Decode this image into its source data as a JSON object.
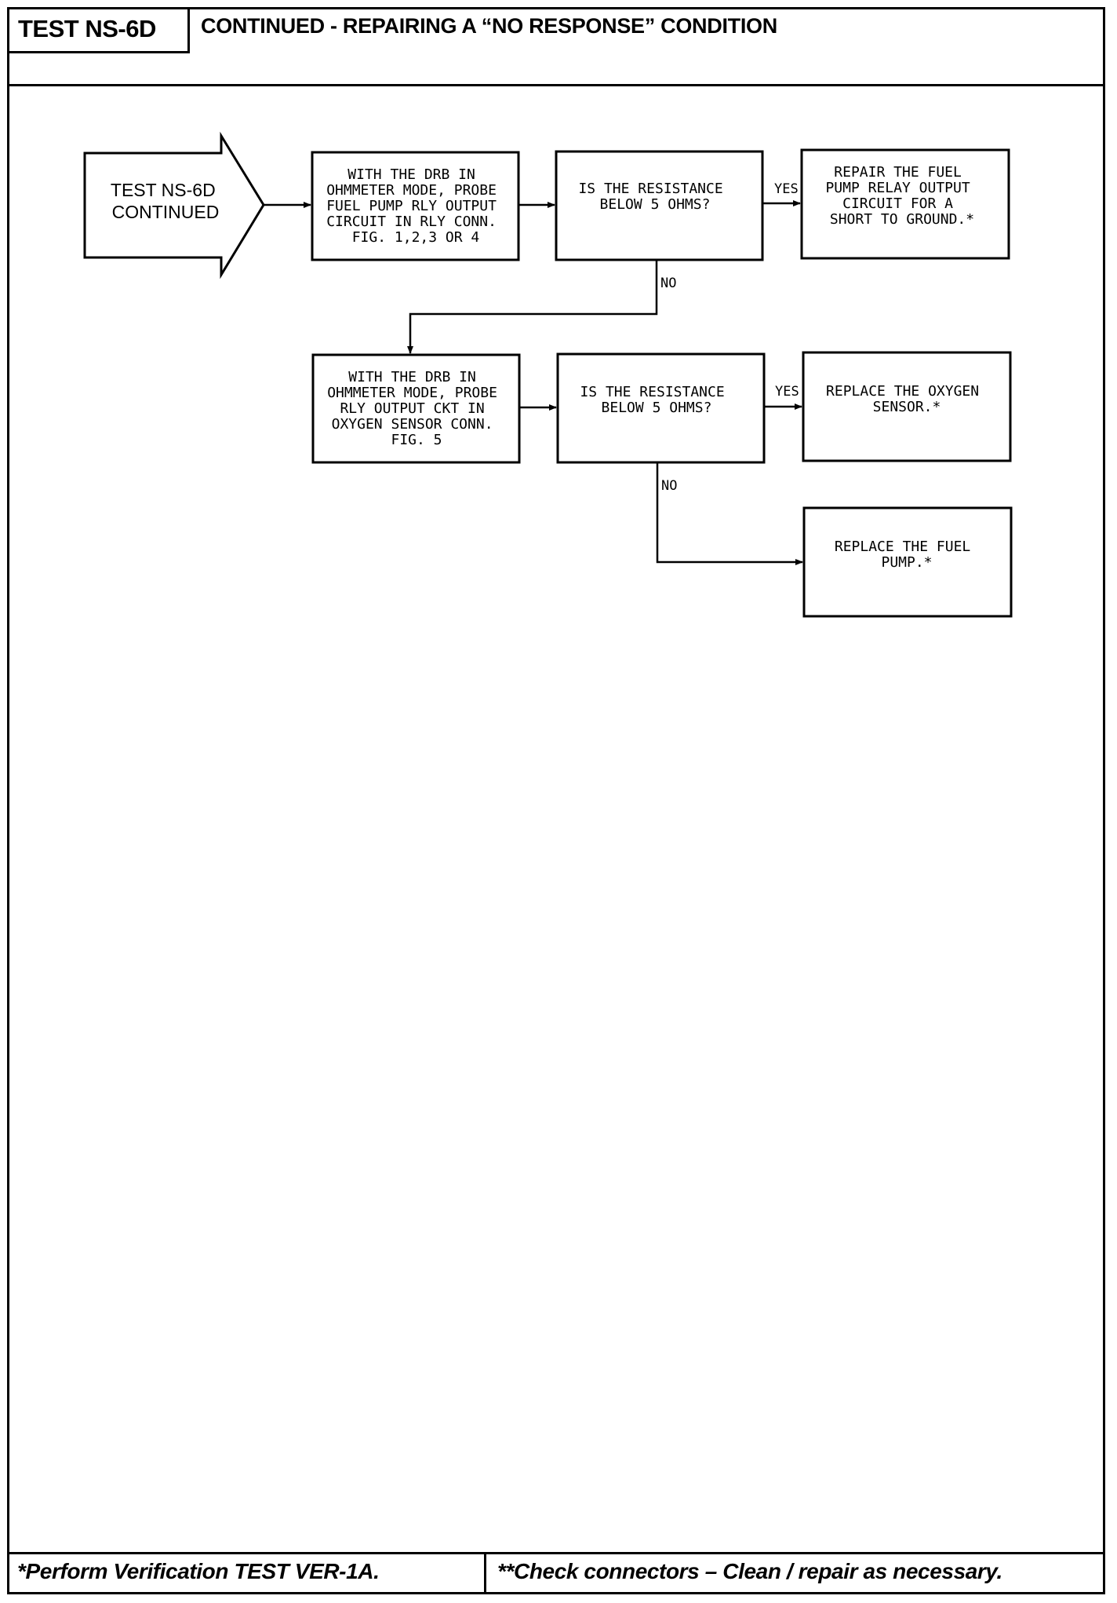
{
  "header": {
    "test_id": "TEST NS-6D",
    "title": "CONTINUED -  REPAIRING A “NO RESPONSE” CONDITION"
  },
  "flowchart": {
    "entry": {
      "lines": [
        "TEST NS-6D",
        "CONTINUED"
      ]
    },
    "step1": {
      "lines": [
        "WITH THE DRB IN",
        "OHMMETER MODE, PROBE",
        "FUEL PUMP RLY OUTPUT",
        "CIRCUIT IN RLY CONN.",
        "FIG. 1,2,3 OR 4"
      ]
    },
    "decision1": {
      "lines": [
        "IS THE RESISTANCE",
        "BELOW 5 OHMS?"
      ]
    },
    "yes1_label": "YES",
    "no1_label": "NO",
    "result1": {
      "lines": [
        "REPAIR THE FUEL",
        "PUMP RELAY OUTPUT",
        "CIRCUIT FOR A",
        "SHORT TO GROUND.*"
      ]
    },
    "step2": {
      "lines": [
        "WITH THE DRB IN",
        "OHMMETER MODE, PROBE",
        "RLY OUTPUT CKT IN",
        "OXYGEN SENSOR CONN.",
        "FIG. 5"
      ]
    },
    "decision2": {
      "lines": [
        "IS THE RESISTANCE",
        "BELOW 5 OHMS?"
      ]
    },
    "yes2_label": "YES",
    "no2_label": "NO",
    "result2": {
      "lines": [
        "REPLACE THE OXYGEN",
        "SENSOR.*"
      ]
    },
    "result3": {
      "lines": [
        "REPLACE THE FUEL",
        "PUMP.*"
      ]
    }
  },
  "footer": {
    "left_note": "*Perform Verification TEST VER-1A.",
    "right_note": "**Check connectors – Clean / repair as necessary."
  }
}
